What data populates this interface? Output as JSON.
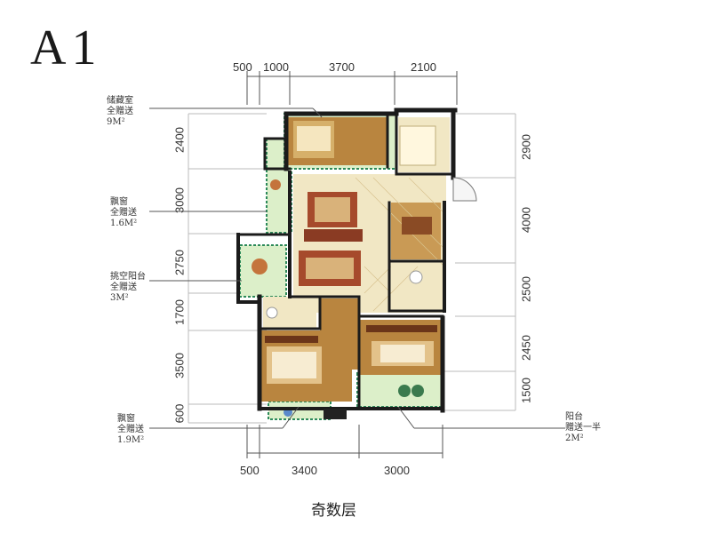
{
  "title": "A1",
  "caption": "奇数层",
  "top_dims": [
    "500",
    "1000",
    "3700",
    "2100"
  ],
  "bottom_dims": [
    "500",
    "3400",
    "3000"
  ],
  "left_dims": [
    "2400",
    "3000",
    "2750",
    "1700",
    "3500",
    "600"
  ],
  "right_dims": [
    "2900",
    "4000",
    "2500",
    "2450",
    "1500"
  ],
  "annotations": {
    "storage": {
      "name": "储藏室",
      "note": "全赠送",
      "area": "9M²"
    },
    "bay_window_1": {
      "name": "飘窗",
      "note": "全赠送",
      "area": "1.6M²"
    },
    "balcony_1": {
      "name": "挑空阳台",
      "note": "全赠送",
      "area": "3M²"
    },
    "bay_window_2": {
      "name": "飘窗",
      "note": "全赠送",
      "area": "1.9M²"
    },
    "balcony_2": {
      "name": "阳台",
      "note": "赠送一半",
      "area": "2M²"
    }
  },
  "colors": {
    "wall": "#1b1b1b",
    "wood_floor": "#b9853f",
    "tile_floor": "#f1e7c4",
    "gift_area": "#dcefc9",
    "gift_border": "#2d8a5a",
    "rug": "#a64a2c"
  }
}
